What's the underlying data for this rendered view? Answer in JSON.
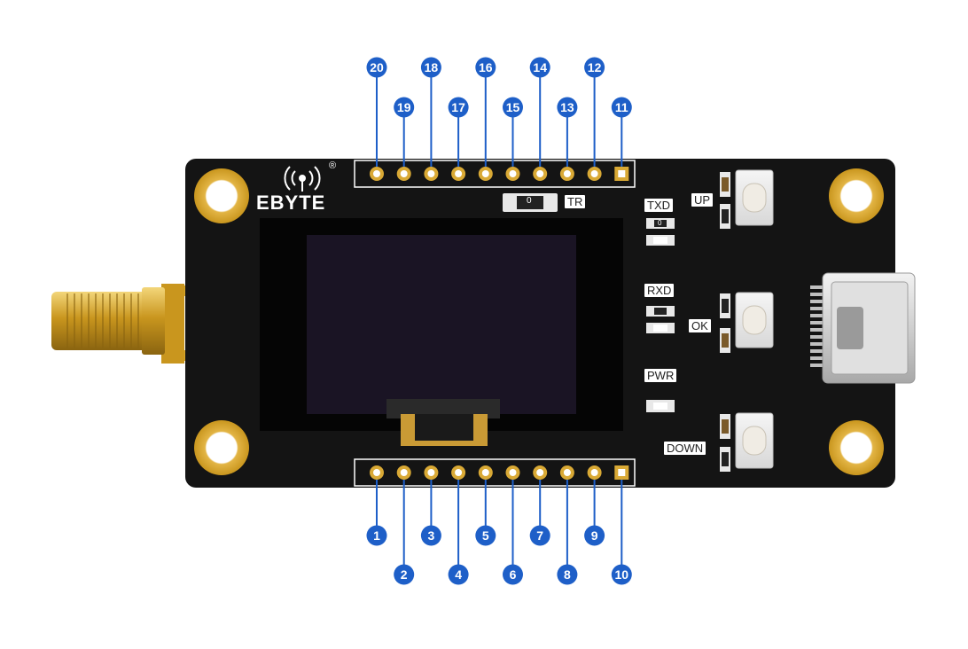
{
  "brand": {
    "name": "EBYTE",
    "registered_mark": "®"
  },
  "colors": {
    "board": "#141414",
    "pad_gold": "#d9a935",
    "pin_marker": "#1e5fc8",
    "screen": "#1a1424",
    "antenna_gold": "#c9961e"
  },
  "silkscreen": {
    "tr_label": "TR",
    "switch_digit": "0",
    "txd": "TXD",
    "rxd": "RXD",
    "pwr": "PWR",
    "up": "UP",
    "ok": "OK",
    "down": "DOWN",
    "resistor_digit": "0"
  },
  "pins": {
    "top_labels": [
      "20",
      "19",
      "18",
      "17",
      "16",
      "15",
      "14",
      "13",
      "12",
      "11"
    ],
    "bottom_labels": [
      "1",
      "2",
      "3",
      "4",
      "5",
      "6",
      "7",
      "8",
      "9",
      "10"
    ]
  }
}
